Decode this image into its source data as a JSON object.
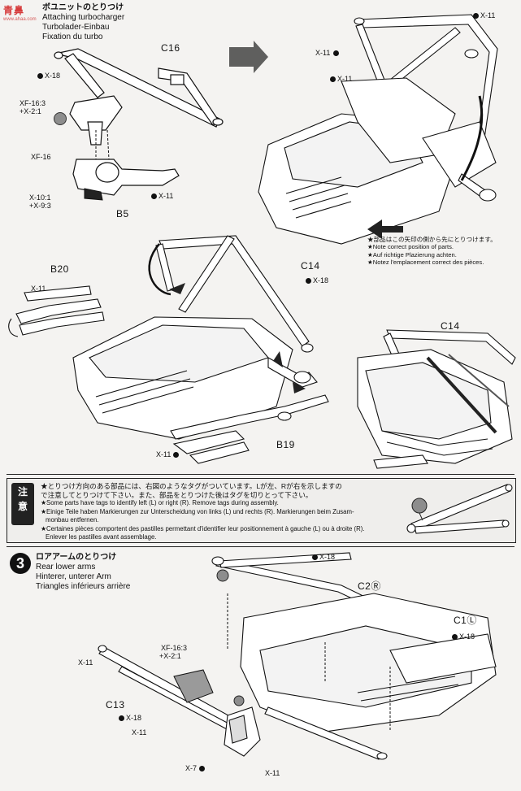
{
  "watermark": {
    "text": "青鼻",
    "sub": "www.ahaa.com"
  },
  "step_turbo": {
    "title_jp": "ボユニットのとりつけ",
    "title_en": "Attaching turbocharger",
    "title_de": "Turbolader-Einbau",
    "title_fr": "Fixation du turbo"
  },
  "parts_top": {
    "c16": "C16",
    "b5": "B5",
    "b20": "B20",
    "b19": "B19",
    "c14_a": "C14",
    "c14_b": "C14",
    "x18_a": "X-18",
    "xf163_a": "XF-16:3",
    "x21_a": "+X-2:1",
    "xf16": "XF-16",
    "x101": "X-10:1",
    "x93": "+X-9:3",
    "x11_a": "X-11",
    "x11_b": "X-11",
    "x11_c": "X-11",
    "x11_d": "X-11",
    "x18_b": "X-18",
    "x11_e": "X-11"
  },
  "note_position": {
    "jp": "★部品はこの矢印の側から先にとりつけます。",
    "en": "★Note correct position of parts.",
    "de": "★Auf richtige Plazierung achten.",
    "fr": "★Notez l'emplacement correct des pièces."
  },
  "caution": {
    "badge": "注意",
    "jp1": "★とりつけ方向のある部品には、右図のようなタグがついています。Lが左、Rが右を示しますの",
    "jp2": "で注意してとりつけて下さい。また、部品をとりつけた後はタグを切りとって下さい。",
    "en1": "★Some parts have tags to identify left (L) or right (R). Remove tags during assembly.",
    "de1": "★Einige Teile haben Markierungen zur Unterscheidung von links (L) und rechts (R). Markierungen beim Zusam-",
    "de2": "monbau entfernen.",
    "fr1": "★Certaines pièces comportent des pastilles permettant d'identifier leur positionnement à gauche (L) ou à droite (R).",
    "fr2": "Enlever les pastilles avant assemblage."
  },
  "step3": {
    "number": "3",
    "title_jp": "ロアアームのとりつけ",
    "title_en": "Rear lower arms",
    "title_de": "Hinterer, unterer Arm",
    "title_fr": "Triangles inférieurs arrière",
    "c2r": "C2Ⓡ",
    "c1l": "C1Ⓛ",
    "c13": "C13",
    "x18_a": "X-18",
    "x18_b": "X-18",
    "x18_c": "X-18",
    "xf163": "XF-16:3",
    "x21": "+X-2:1",
    "x11_a": "X-11",
    "x11_b": "X-11",
    "x11_c": "X-11",
    "x7": "X-7"
  },
  "colors": {
    "paper": "#f4f3f1",
    "ink": "#111111",
    "grey_part": "#8d8d8d",
    "arrow": "#333333"
  }
}
